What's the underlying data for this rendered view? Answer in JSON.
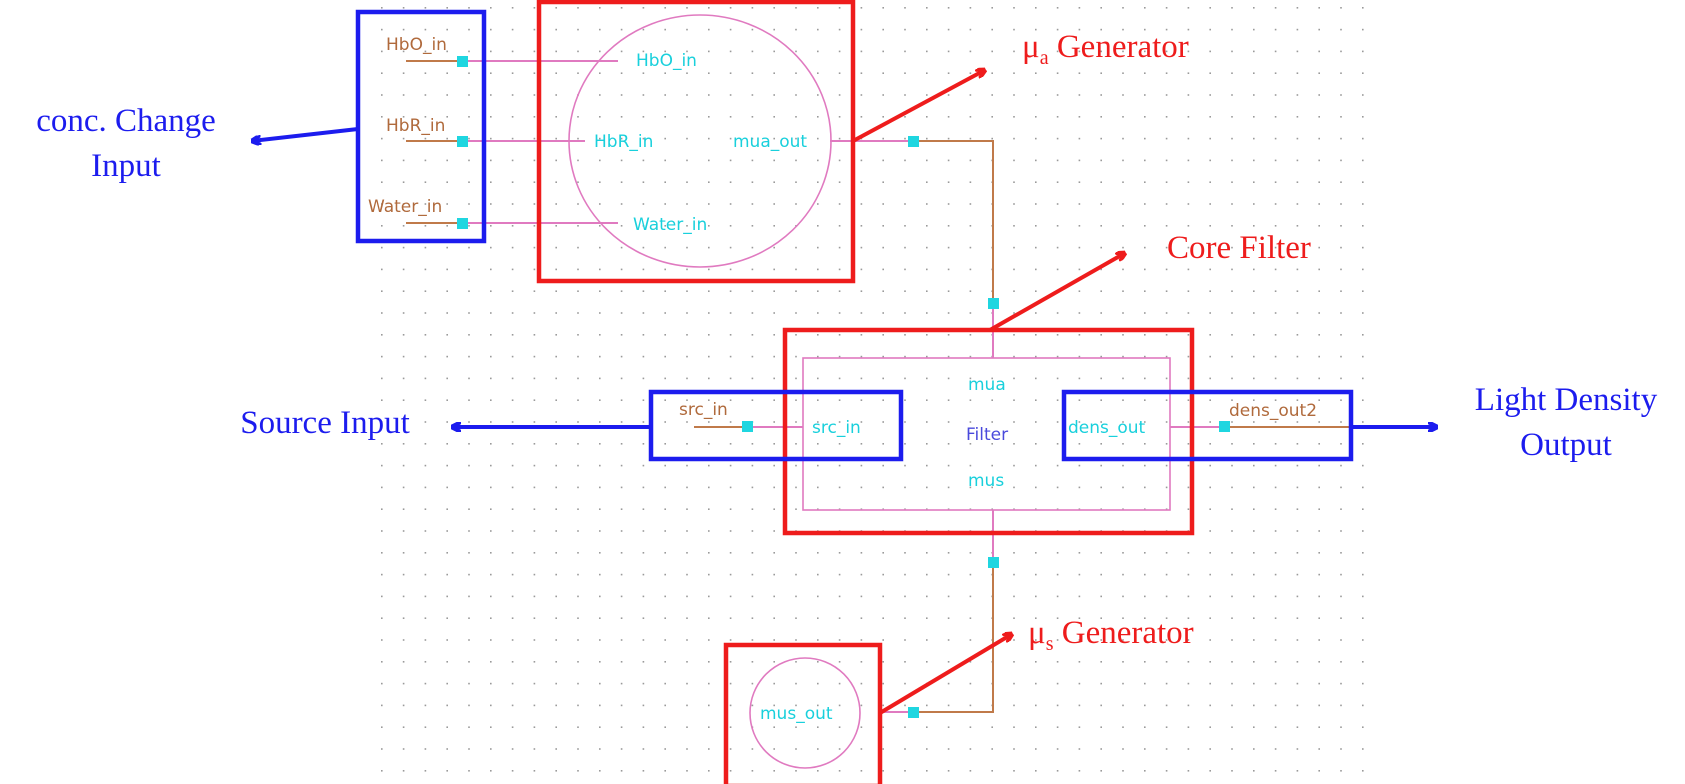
{
  "colors": {
    "port_label": "#b06a3c",
    "pin_label": "#19d0dc",
    "filter_label": "#4a4adc",
    "symbol": "#e07ac0",
    "wire": "#c07a4a",
    "connector": "#1fd6e0",
    "highlight_red": "#ee1c1c",
    "highlight_blue": "#1c1cee",
    "grid_dot": "#9a9a9a"
  },
  "ports": {
    "hbo_in": "HbO_in",
    "hbr_in": "HbR_in",
    "water_in": "Water_in",
    "src_in": "src_in",
    "dens_out2": "dens_out2"
  },
  "mua_generator": {
    "pin_hbo": "HbO_in",
    "pin_hbr": "HbR_in",
    "pin_water": "Water_in",
    "pin_out": "mua_out"
  },
  "filter": {
    "center_label": "Filter",
    "pin_mua": "mua",
    "pin_mus": "mus",
    "pin_src": "src_in",
    "pin_out": "dens_out"
  },
  "mus_generator": {
    "pin_out": "mus_out"
  },
  "annotations": {
    "mu_a_symbol": "μ",
    "mu_a_sub": "a",
    "mu_a_text": " Generator",
    "core_filter": "Core Filter",
    "mu_s_symbol": "μ",
    "mu_s_sub": "s",
    "mu_s_text": " Generator",
    "conc_line1": "conc. Change",
    "conc_line2": "Input",
    "source_input": "Source Input",
    "light_line1": "Light Density",
    "light_line2": "Output"
  }
}
